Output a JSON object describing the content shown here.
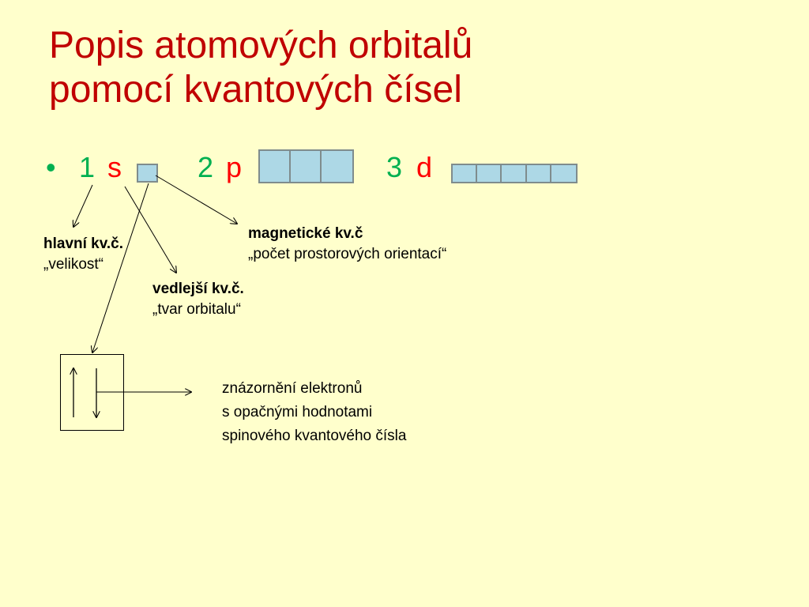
{
  "slide": {
    "title_line1": "Popis atomových orbitalů",
    "title_line2": "pomocí kvantových čísel",
    "bullet_symbol": "•"
  },
  "orbitals": [
    {
      "n": "1",
      "letter": "s",
      "cells": 1
    },
    {
      "n": "2",
      "letter": "p",
      "cells": 3
    },
    {
      "n": "3",
      "letter": "d",
      "cells": 5
    }
  ],
  "annotations": {
    "principal": {
      "name": "hlavní kv.č.",
      "meaning": "„velikost“"
    },
    "azimuthal": {
      "name": "vedlejší kv.č.",
      "meaning": "„tvar orbitalu“"
    },
    "magnetic": {
      "name": "magnetické kv.č",
      "meaning": "„počet prostorových orientací“"
    },
    "spin": {
      "line1": "znázornění elektronů",
      "line2": "s opačnými hodnotami",
      "line3": "spinového kvantového čísla"
    }
  },
  "colors": {
    "background": "#ffffcc",
    "title": "#c00000",
    "quantum_number": "#00b050",
    "orbital_letter": "#ff0000",
    "orbital_fill": "#add8e6",
    "orbital_border": "#7f8c8d"
  }
}
